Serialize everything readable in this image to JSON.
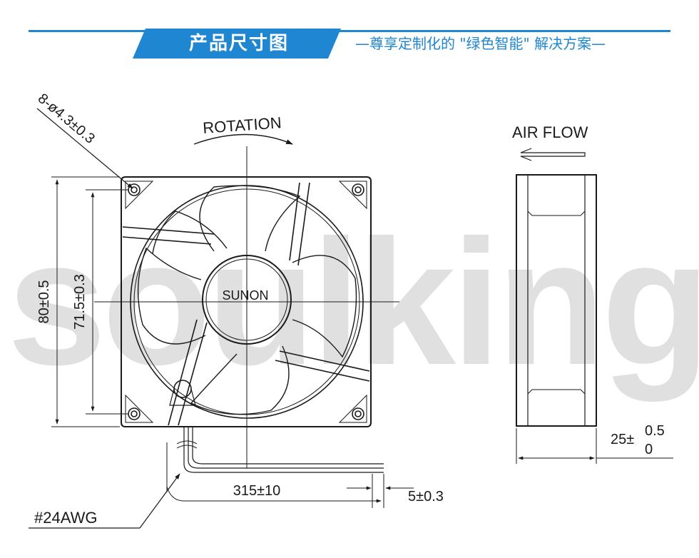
{
  "header": {
    "title": "产品尺寸图",
    "slogan": "—尊享定制化的 \"绿色智能\" 解决方案—",
    "accent_color": "#1f86d2"
  },
  "watermark": "soulking",
  "fan_front": {
    "hole_spec": "8-ø4.3±0.3",
    "rotation_label": "ROTATION",
    "brand": "SUNON",
    "outer_dimension": "80±0.5",
    "hole_pitch": "71.5±0.3"
  },
  "cable": {
    "length": "315±10",
    "strip_length": "5±0.3",
    "wire_gauge": "#24AWG"
  },
  "fan_side": {
    "airflow_label": "AIR FLOW",
    "thickness_base": "25±",
    "thickness_upper": "0.5",
    "thickness_lower": "0"
  }
}
